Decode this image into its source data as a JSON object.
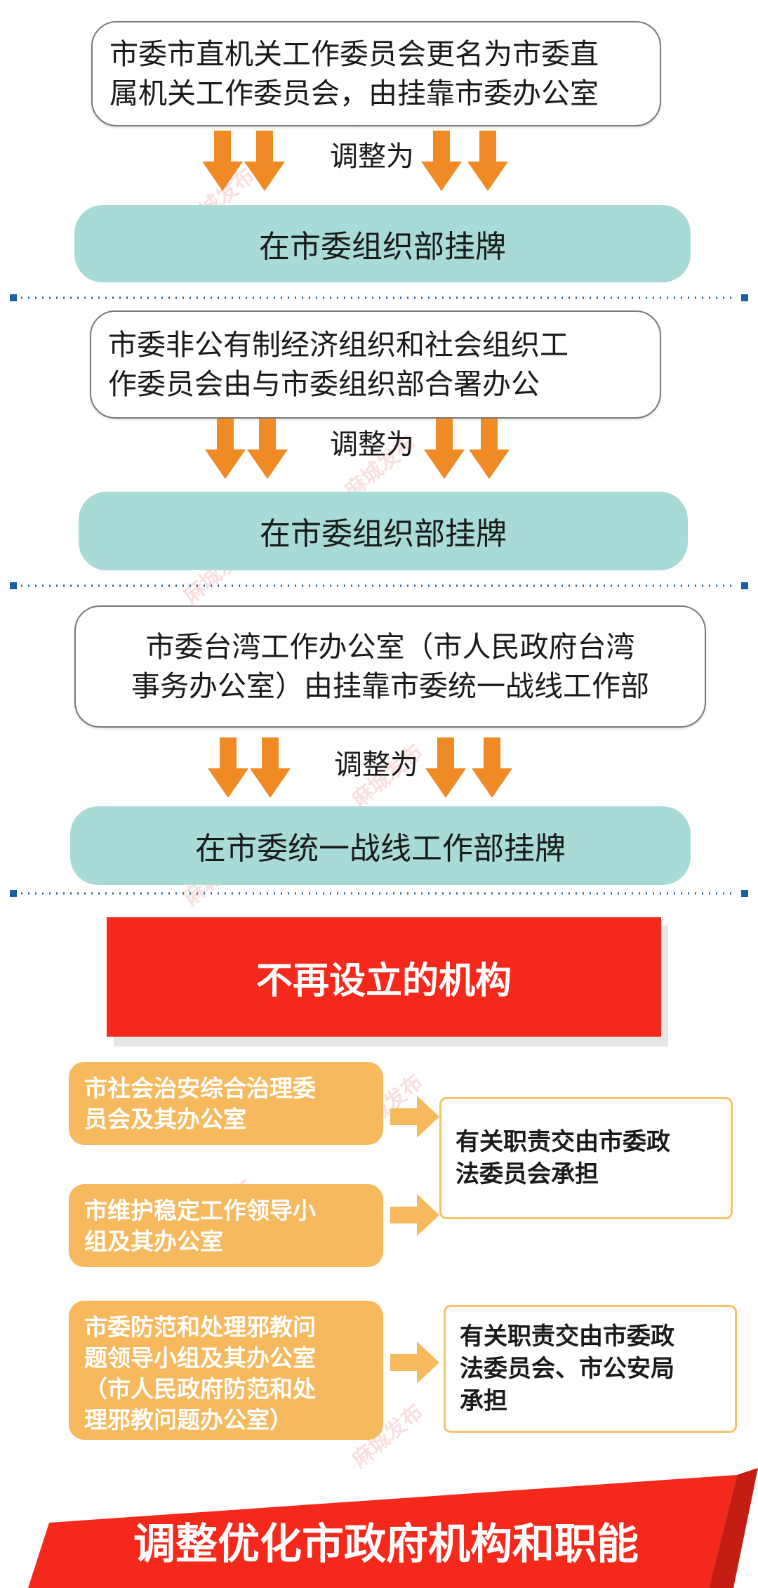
{
  "sections": [
    {
      "source_lines": [
        "市委市直机关工作委员会更名为市委直",
        "属机关工作委员会，由挂靠市委办公室"
      ],
      "adjust": "调整为",
      "target": "在市委组织部挂牌"
    },
    {
      "source_lines": [
        "市委非公有制经济组织和社会组织工",
        "作委员会由与市委组织部合署办公"
      ],
      "adjust": "调整为",
      "target": "在市委组织部挂牌"
    },
    {
      "source_lines": [
        "市委台湾工作办公室（市人民政府台湾",
        "事务办公室）由挂靠市委统一战线工作部"
      ],
      "adjust": "调整为",
      "target": "在市委统一战线工作部挂牌"
    }
  ],
  "banner": {
    "title": "不再设立的机构"
  },
  "abolished": [
    {
      "lines": [
        "市社会治安综合治理委",
        "员会及其办公室"
      ]
    },
    {
      "lines": [
        "市维护稳定工作领导小",
        "组及其办公室"
      ]
    },
    {
      "lines": [
        "市委防范和处理邪教问",
        "题领导小组及其办公室",
        "（市人民政府防范和处",
        "理邪教问题办公室）"
      ]
    }
  ],
  "results": [
    {
      "lines": [
        "有关职责交由市委政",
        "法委员会承担"
      ]
    },
    {
      "lines": [
        "有关职责交由市委政",
        "法委员会、市公安局",
        "承担"
      ]
    }
  ],
  "footer_banner": {
    "title": "调整优化市政府机构和职能"
  },
  "watermark": "麻城发布",
  "colors": {
    "arrow_orange": "#f08a24",
    "teal_box": "#a8dbd5",
    "red_banner": "#f4291b",
    "orange_box": "#f6b95e",
    "divider_blue": "#1a5fa0"
  }
}
